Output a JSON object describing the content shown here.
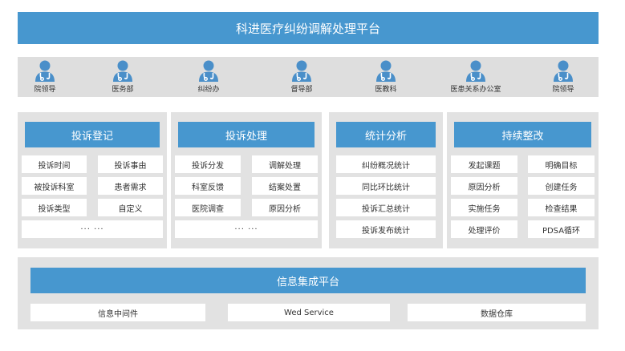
{
  "title": "科进医疗纠纷调解处理平台",
  "colors": {
    "accent": "#4797cf",
    "panel": "#e2e2e2",
    "icon": "#4a8fc9"
  },
  "roles": [
    {
      "label": "院领导",
      "icon": "doctor-icon"
    },
    {
      "label": "医务部",
      "icon": "doctor-icon"
    },
    {
      "label": "纠纷办",
      "icon": "doctor-icon"
    },
    {
      "label": "督导部",
      "icon": "doctor-icon"
    },
    {
      "label": "医教科",
      "icon": "doctor-icon"
    },
    {
      "label": "医患关系办公室",
      "icon": "doctor-icon"
    },
    {
      "label": "院领导",
      "icon": "doctor-icon"
    }
  ],
  "modules": [
    {
      "title": "投诉登记",
      "items": [
        "投诉时间",
        "投诉事由",
        "被投诉科室",
        "患者需求",
        "投诉类型",
        "自定义"
      ],
      "more": "··· ···"
    },
    {
      "title": "投诉处理",
      "items": [
        "投诉分发",
        "调解处理",
        "科室反馈",
        "结案处置",
        "医院调查",
        "原因分析"
      ],
      "more": "··· ···"
    },
    {
      "title": "统计分析",
      "items": [
        "纠纷概况统计",
        "同比环比统计",
        "投诉汇总统计",
        "投诉发布统计"
      ]
    },
    {
      "title": "持续整改",
      "items": [
        "发起课题",
        "明确目标",
        "原因分析",
        "创建任务",
        "实施任务",
        "检查结果",
        "处理评价",
        "PDSA循环"
      ]
    }
  ],
  "platform": {
    "title": "信息集成平台",
    "items": [
      "信息中间件",
      "Wed Service",
      "数据仓库"
    ]
  }
}
